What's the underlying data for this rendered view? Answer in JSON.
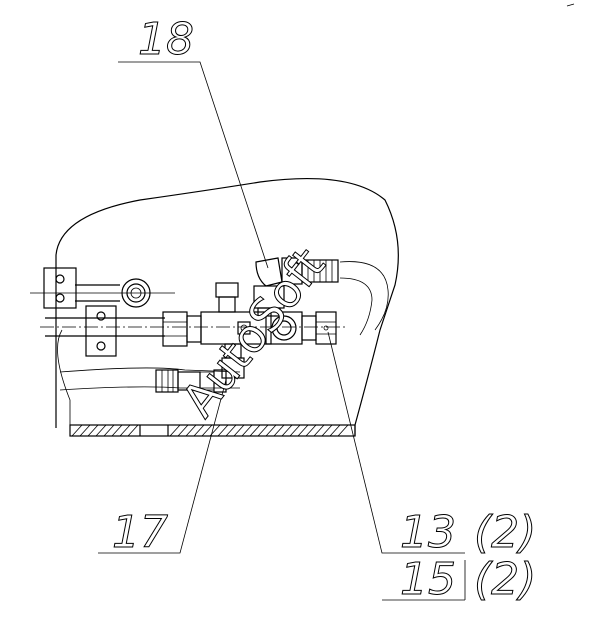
{
  "drawing": {
    "callouts": [
      {
        "id": "18",
        "label": "18"
      },
      {
        "id": "17",
        "label": "17"
      },
      {
        "id": "13",
        "label": "13",
        "qty": "(2)"
      },
      {
        "id": "15",
        "label": "15",
        "qty": "(2)"
      }
    ],
    "watermark": "AutoSoft"
  }
}
